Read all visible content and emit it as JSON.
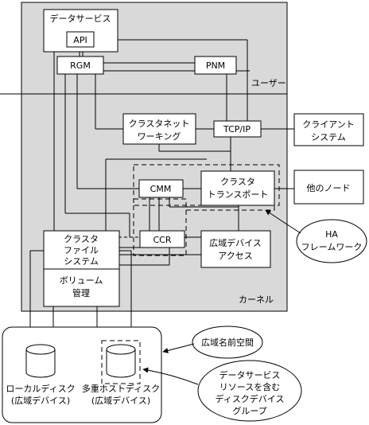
{
  "labels": {
    "data_services": "データサービス",
    "api": "API",
    "rgm": "RGM",
    "pnm": "PNM",
    "user": "ユーザー",
    "cluster_networking": [
      "クラスタネット",
      "ワーキング"
    ],
    "tcpip": "TCP/IP",
    "client_systems": [
      "クライアント",
      "システム"
    ],
    "cmm": "CMM",
    "cluster_transport": [
      "クラスタ",
      "トランスポート"
    ],
    "other_nodes": "他のノード",
    "ccr": "CCR",
    "global_device_access": [
      "広域デバイス",
      "アクセス"
    ],
    "ha_framework": [
      "HA",
      "フレームワーク"
    ],
    "cluster_file_system": [
      "クラスタ",
      "ファイル",
      "システム"
    ],
    "volume_management": [
      "ボリューム",
      "管理"
    ],
    "kernel": "カーネル",
    "global_namespace": "広域名前空間",
    "local_disk": [
      "ローカルディスク",
      "(広域デバイス)"
    ],
    "multihost_disk": [
      "多重ホストディスク",
      "(広域デバイス)"
    ],
    "disk_device_group": [
      "データサービス",
      "リソースを含む",
      "ディスクデバイス",
      "グループ"
    ]
  },
  "colors": {
    "node_background": "#d9d9d9",
    "box_fill": "#ffffff",
    "line": "#000000"
  }
}
